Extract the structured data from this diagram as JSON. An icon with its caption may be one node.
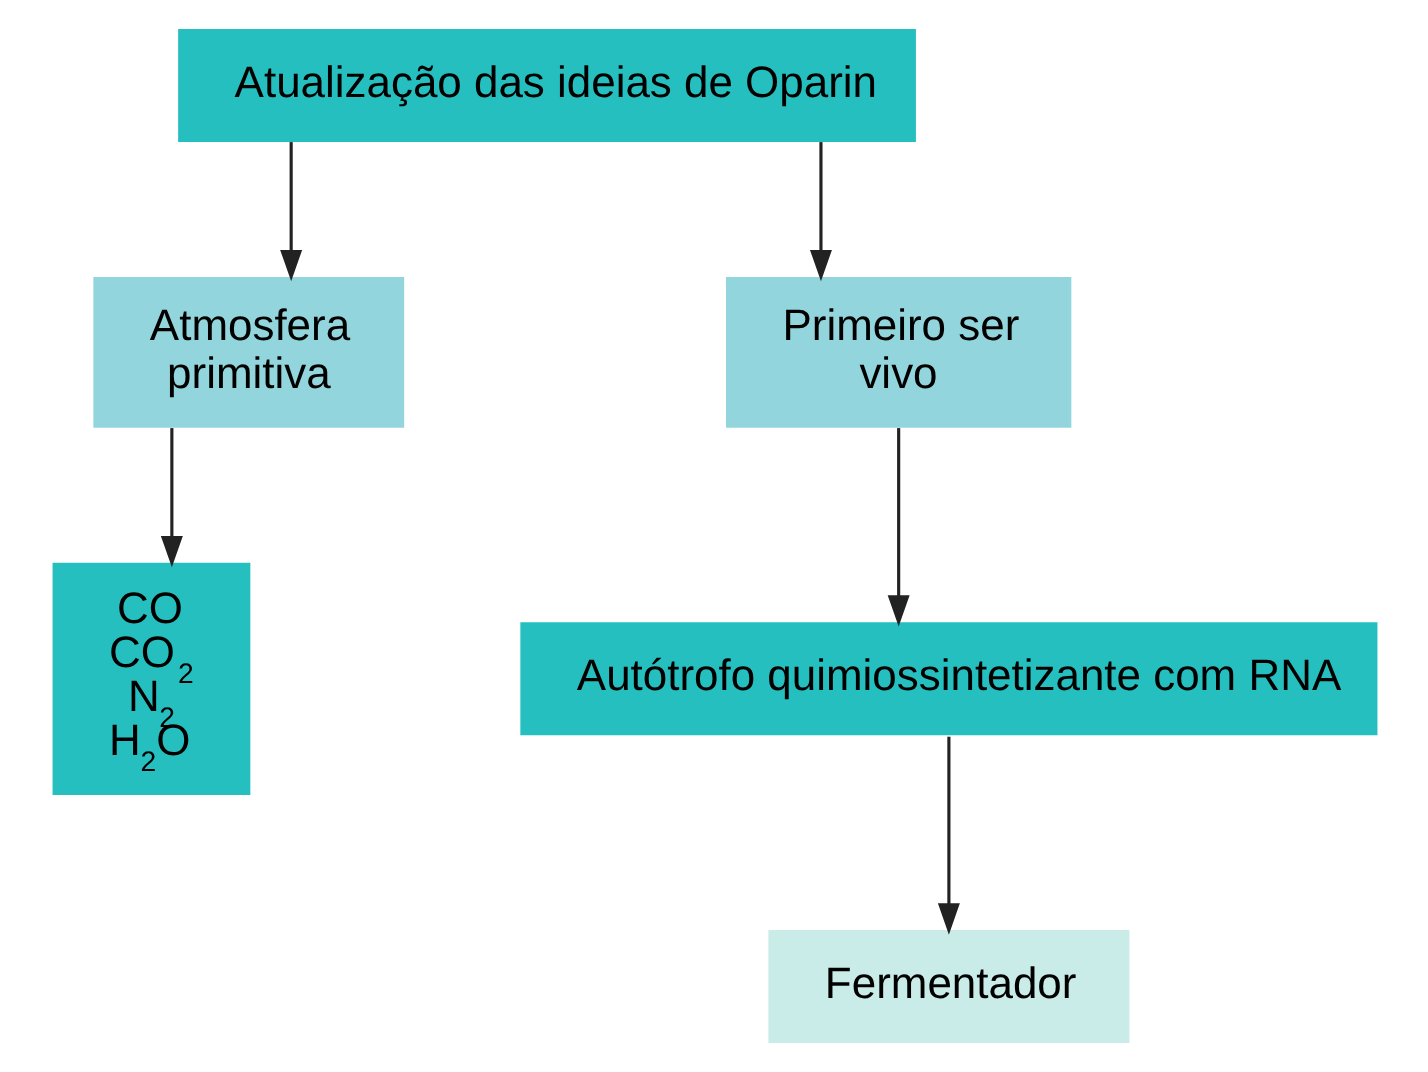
{
  "diagram": {
    "nodes": [
      {
        "text": [
          "Atualização das ideias de Oparin"
        ]
      },
      {
        "text": [
          "Atmosfera primitiva"
        ]
      },
      {
        "text": [
          "Primeiro ser vivo"
        ]
      },
      {
        "text": [
          "CO",
          "CO$_{2}$",
          "N$_{2}$",
          "H$_{2}$O"
        ]
      },
      {
        "text": [
          "Autótrofo quimiossintetizante com RNA"
        ]
      },
      {
        "text": [
          "Fermentador"
        ]
      }
    ],
    "edges": [
      {
        "from": 0,
        "to": 1,
        "arrow": "to"
      },
      {
        "from": 0,
        "to": 2,
        "arrow": "to"
      },
      {
        "from": 1,
        "to": 3,
        "arrow": "to"
      },
      {
        "from": 2,
        "to": 4,
        "arrow": "to"
      },
      {
        "from": 4,
        "to": 5,
        "arrow": "to"
      }
    ]
  }
}
